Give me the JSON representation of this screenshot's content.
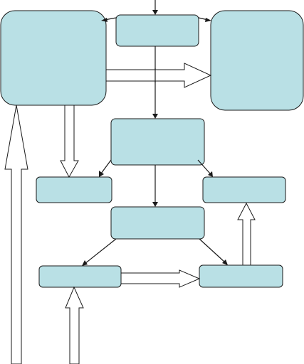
{
  "diagram": {
    "boxes": [
      {
        "id": "top-center-box",
        "label": ""
      },
      {
        "id": "left-large-box",
        "label": ""
      },
      {
        "id": "right-large-box",
        "label": ""
      },
      {
        "id": "middle-box",
        "label": ""
      },
      {
        "id": "mid-left-box",
        "label": ""
      },
      {
        "id": "mid-right-box",
        "label": ""
      },
      {
        "id": "lower-center-box",
        "label": ""
      },
      {
        "id": "bottom-left-box",
        "label": ""
      },
      {
        "id": "bottom-right-box",
        "label": ""
      }
    ],
    "colors": {
      "box_fill": "#b9e0e5",
      "outline": "#1a1a1a",
      "hollow_arrow_fill": "#ffffff"
    }
  }
}
